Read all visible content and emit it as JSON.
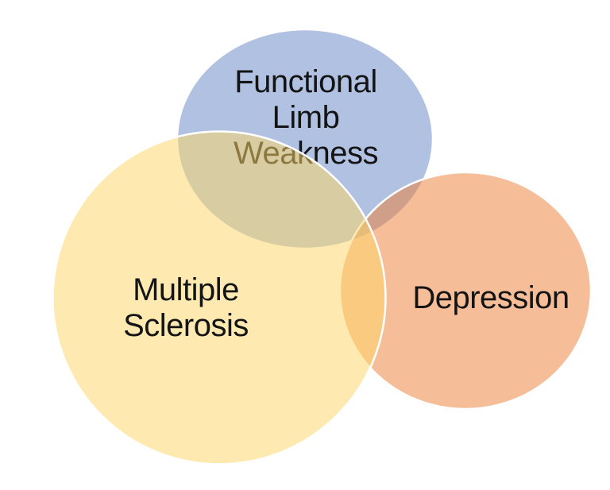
{
  "venn": {
    "description": "Three-set Venn diagram of overlapping conditions",
    "background_color": "#ffffff",
    "text_color": "#141414",
    "circle_outline_color": "#ffffff",
    "fill_opacity": 0.52,
    "sets": [
      {
        "name": "functional-limb-weakness",
        "label": "Functional Limb Weakness",
        "label_lines": [
          "Functional",
          "Limb",
          "Weakness"
        ],
        "fill": "#6788C7",
        "appearance_on_white": "#B0C1E2"
      },
      {
        "name": "depression",
        "label": "Depression",
        "label_lines": [
          "Depression"
        ],
        "fill": "#EC8039",
        "appearance_on_white": "#F5BD98"
      },
      {
        "name": "multiple-sclerosis",
        "label": "Multiple Sclerosis",
        "label_lines": [
          "Multiple",
          "Sclerosis"
        ],
        "fill": "#FDD767",
        "appearance_on_white": "#FEEAB0"
      }
    ],
    "overlap_colors": {
      "weakness_and_sclerosis": "#D8CCA2",
      "weakness_and_depression": "#CF9F8A",
      "sclerosis_and_depression": "#F9CA7F",
      "all_three": "#E7BC78"
    }
  }
}
